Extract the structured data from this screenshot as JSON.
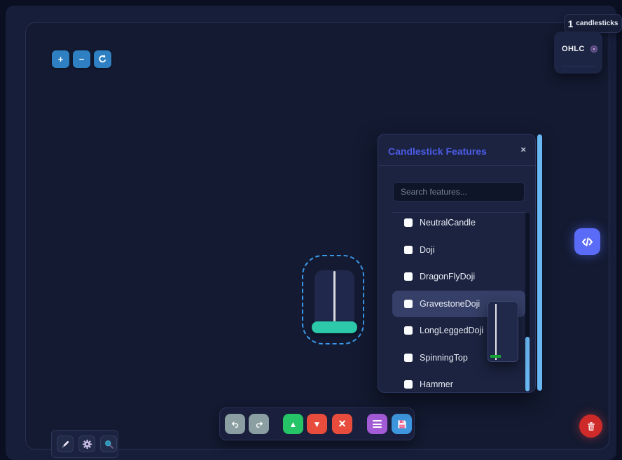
{
  "zoom_toolbar": {
    "zoom_in_label": "+",
    "zoom_out_label": "−"
  },
  "count_badge": {
    "count": "1",
    "label": "candlesticks"
  },
  "ohlc_card": {
    "title": "OHLC"
  },
  "features_panel": {
    "title": "Candlestick Features",
    "close_label": "×",
    "search_placeholder": "Search features...",
    "search_value": "",
    "features": [
      {
        "label": "NeutralCandle",
        "checked": false,
        "highlighted": false
      },
      {
        "label": "Doji",
        "checked": false,
        "highlighted": false
      },
      {
        "label": "DragonFlyDoji",
        "checked": false,
        "highlighted": false
      },
      {
        "label": "GravestoneDoji",
        "checked": false,
        "highlighted": true
      },
      {
        "label": "LongLeggedDoji",
        "checked": false,
        "highlighted": false
      },
      {
        "label": "SpinningTop",
        "checked": false,
        "highlighted": false
      },
      {
        "label": "Hammer",
        "checked": false,
        "highlighted": false
      }
    ]
  },
  "bottom_toolbar": {
    "move_up_glyph": "▲",
    "move_down_glyph": "▼",
    "remove_glyph": "×"
  },
  "colors": {
    "accent_blue": "#2e80c3",
    "panel_title": "#4c5ce6",
    "selection_dash": "#3b97e8",
    "candle_body": "#2dc9ab",
    "candle_wick": "#d9dbe0",
    "preview_body_green": "#17a335",
    "scrollbar_blue": "#68b6f2",
    "undo_redo_gray": "#8b9ea1",
    "up_green": "#25c466",
    "danger_red": "#e84c3d",
    "menu_purple": "#a35bd6",
    "save_blue": "#3e97de",
    "trash_red": "#cf2a2a",
    "code_button": "#5a6bf7"
  }
}
